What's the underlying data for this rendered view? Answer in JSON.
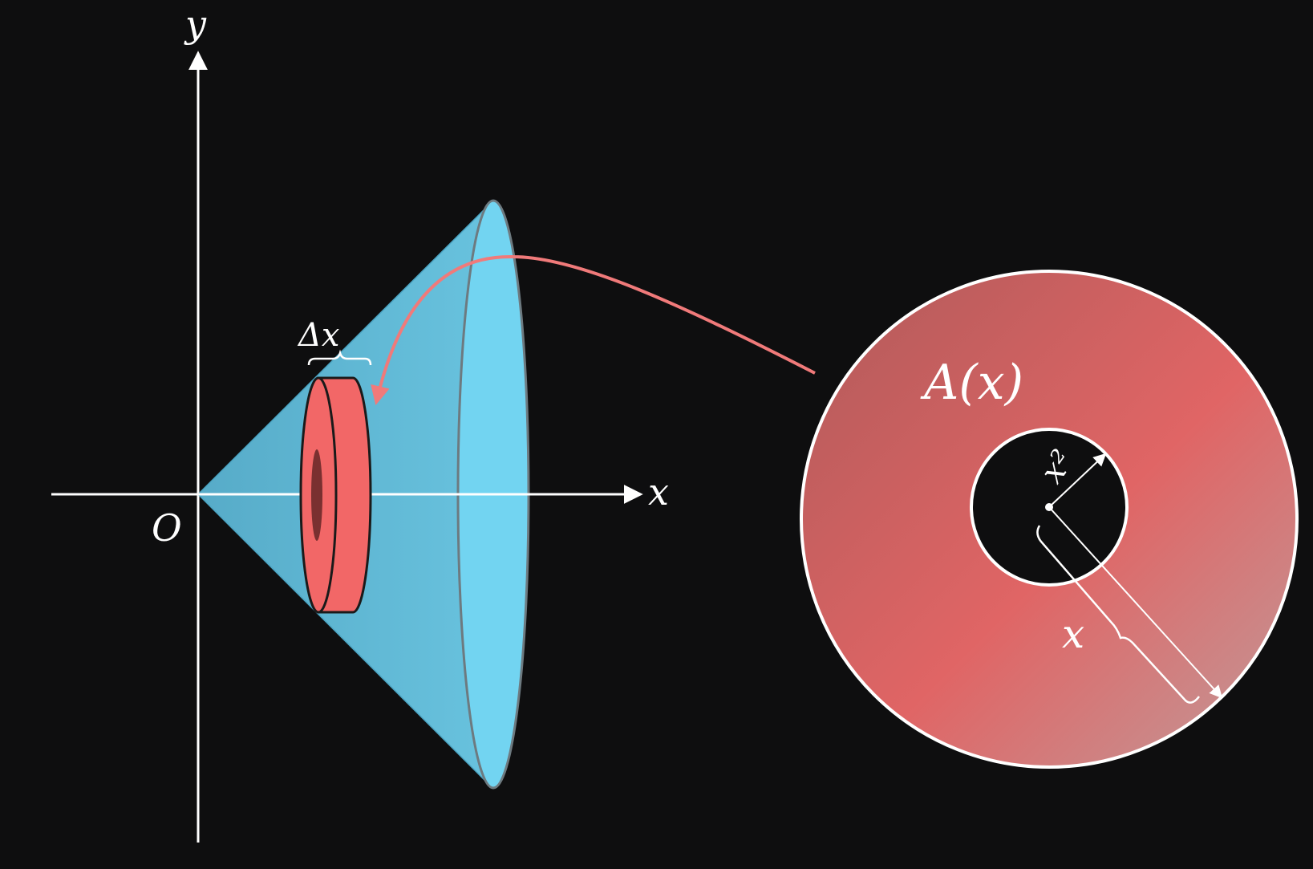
{
  "axes": {
    "x_label": "x",
    "y_label": "y",
    "origin_label": "O"
  },
  "slice": {
    "thickness_label": "Δx"
  },
  "cross_section": {
    "area_label": "A(x)",
    "inner_radius_label": "x²",
    "outer_radius_label": "x"
  },
  "colors": {
    "background": "#0e0e0f",
    "solid": "#6fd0ee",
    "slice": "#f26666",
    "cross_section": "#d06060",
    "arrow": "#f07a7a",
    "lines": "#ffffff"
  }
}
